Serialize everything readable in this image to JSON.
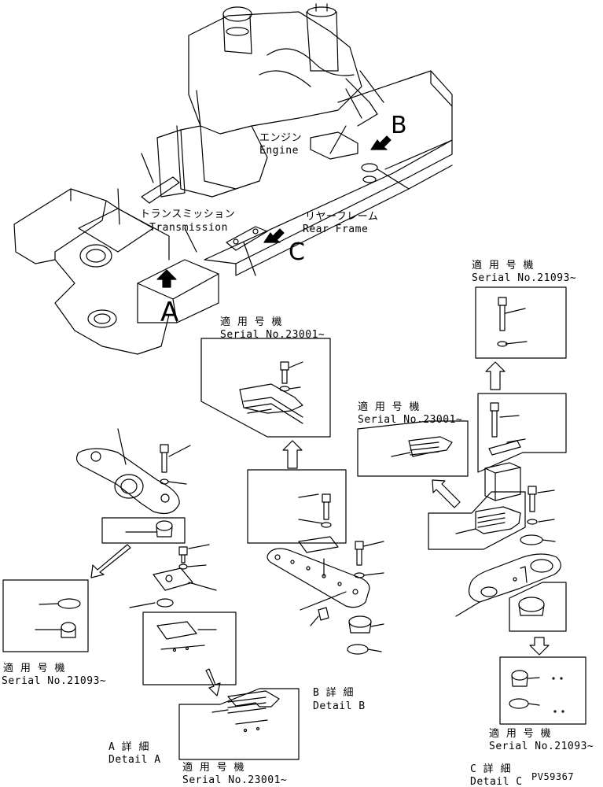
{
  "main_view": {
    "engine_jp": "エンジン",
    "engine_en": "Engine",
    "transmission_jp": "トランスミッション",
    "transmission_en": "Transmission",
    "rear_frame_jp": "リヤーフレーム",
    "rear_frame_en": "Rear Frame",
    "callout_a": "A",
    "callout_b": "B",
    "callout_c": "C"
  },
  "detail_a": {
    "title_jp": "A 詳 細",
    "title_en": "Detail A",
    "serial_left_jp": "適 用 号 機",
    "serial_left_en": "Serial No.21093~",
    "serial_bottom_jp": "適 用 号 機",
    "serial_bottom_en": "Serial No.23001~"
  },
  "detail_b": {
    "title_jp": "B 詳 細",
    "title_en": "Detail B",
    "serial_top_jp": "適 用 号 機",
    "serial_top_en": "Serial No.23001~"
  },
  "detail_c": {
    "title_jp": "C 詳 細",
    "title_en": "Detail C",
    "serial_top_jp": "適 用 号 機",
    "serial_top_en": "Serial No.21093~",
    "serial_mid_jp": "適 用 号 機",
    "serial_mid_en": "Serial No.23001~",
    "serial_bottom_jp": "適 用 号 機",
    "serial_bottom_en": "Serial No.21093~"
  },
  "drawing_code": "PV59367"
}
